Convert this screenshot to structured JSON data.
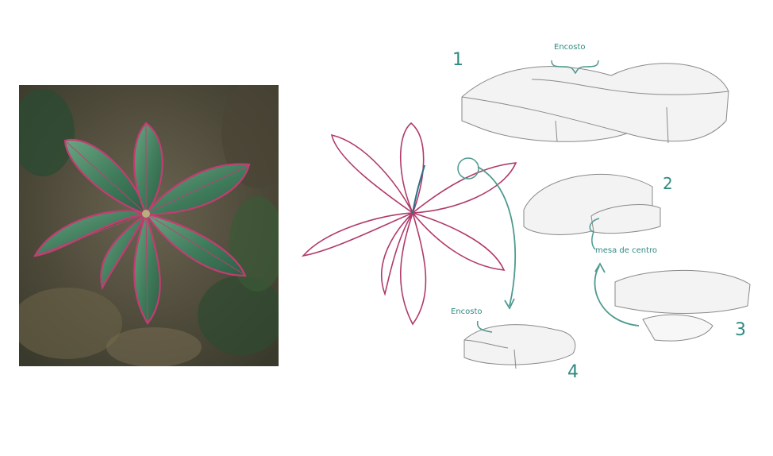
{
  "sketch": {
    "labels": {
      "encosto_top": "Encosto",
      "mesa_de_centro": "mesa de centro",
      "encosto_bottom": "Encosto"
    },
    "numbers": [
      "1",
      "2",
      "3",
      "4"
    ]
  },
  "colors": {
    "outline": "#b03a6a",
    "annotation": "#4f9a90",
    "pencil": "#8a8a8a",
    "leaf": "#4f8a66",
    "background_photo": "#5a5442"
  }
}
